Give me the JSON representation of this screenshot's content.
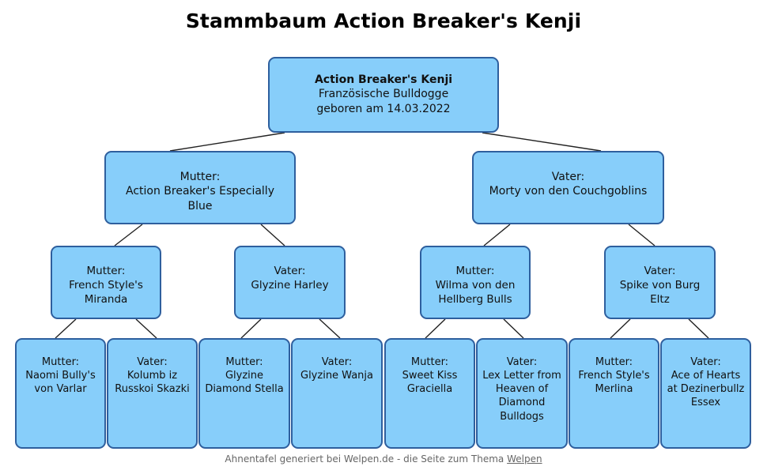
{
  "title": "Stammbaum Action Breaker's Kenji",
  "footer": {
    "text": "Ahnentafel generiert bei Welpen.de - die Seite zum Thema ",
    "link_label": "Welpen"
  },
  "colors": {
    "node_fill": "#87cefa",
    "node_border": "#2e5f9e",
    "connector": "#222222",
    "title_text": "#000000",
    "footer_text": "#666666"
  },
  "nodes": {
    "root": {
      "name": "Action Breaker's Kenji",
      "breed": "Französische Bulldogge",
      "birth": "geboren am 14.03.2022"
    },
    "gen2": [
      {
        "role": "Mutter:",
        "name_line1": "Action Breaker's Especially",
        "name_line2": "Blue"
      },
      {
        "role": "Vater:",
        "name_line1": "Morty von den Couchgoblins",
        "name_line2": ""
      }
    ],
    "gen3": [
      {
        "role": "Mutter:",
        "name_line1": "French Style's",
        "name_line2": "Miranda"
      },
      {
        "role": "Vater:",
        "name_line1": "Glyzine Harley",
        "name_line2": ""
      },
      {
        "role": "Mutter:",
        "name_line1": "Wilma von den",
        "name_line2": "Hellberg Bulls"
      },
      {
        "role": "Vater:",
        "name_line1": "Spike von Burg",
        "name_line2": "Eltz"
      }
    ],
    "gen4": [
      {
        "role": "Mutter:",
        "name_line1": "Naomi Bully's",
        "name_line2": "von Varlar",
        "name_line3": "",
        "name_line4": ""
      },
      {
        "role": "Vater:",
        "name_line1": "Kolumb iz",
        "name_line2": "Russkoi Skazki",
        "name_line3": "",
        "name_line4": ""
      },
      {
        "role": "Mutter:",
        "name_line1": "Glyzine",
        "name_line2": "Diamond Stella",
        "name_line3": "",
        "name_line4": ""
      },
      {
        "role": "Vater:",
        "name_line1": "Glyzine Wanja",
        "name_line2": "",
        "name_line3": "",
        "name_line4": ""
      },
      {
        "role": "Mutter:",
        "name_line1": "Sweet Kiss",
        "name_line2": "Graciella",
        "name_line3": "",
        "name_line4": ""
      },
      {
        "role": "Vater:",
        "name_line1": "Lex Letter from",
        "name_line2": "Heaven of",
        "name_line3": "Diamond",
        "name_line4": "Bulldogs"
      },
      {
        "role": "Mutter:",
        "name_line1": "French Style's",
        "name_line2": "Merlina",
        "name_line3": "",
        "name_line4": ""
      },
      {
        "role": "Vater:",
        "name_line1": "Ace of Hearts",
        "name_line2": "at Dezinerbullz",
        "name_line3": "Essex",
        "name_line4": ""
      }
    ]
  }
}
